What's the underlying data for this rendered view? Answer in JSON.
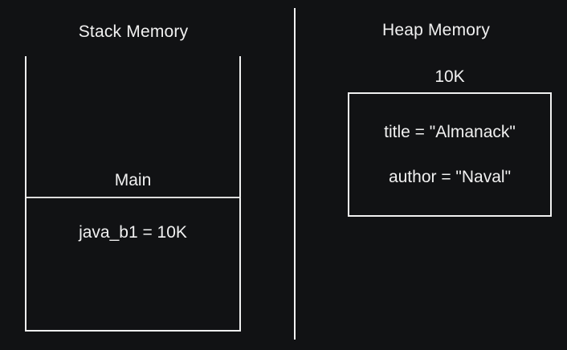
{
  "diagram": {
    "colors": {
      "background": "#111214",
      "stroke": "#efefef",
      "text": "#f1f1f1"
    },
    "stack": {
      "title": "Stack Memory",
      "frame": {
        "label": "Main",
        "variable": "java_b1 = 10K"
      }
    },
    "heap": {
      "title": "Heap Memory",
      "address": "10K",
      "object": {
        "fields": [
          "title = \"Almanack\"",
          "author = \"Naval\""
        ]
      }
    }
  }
}
